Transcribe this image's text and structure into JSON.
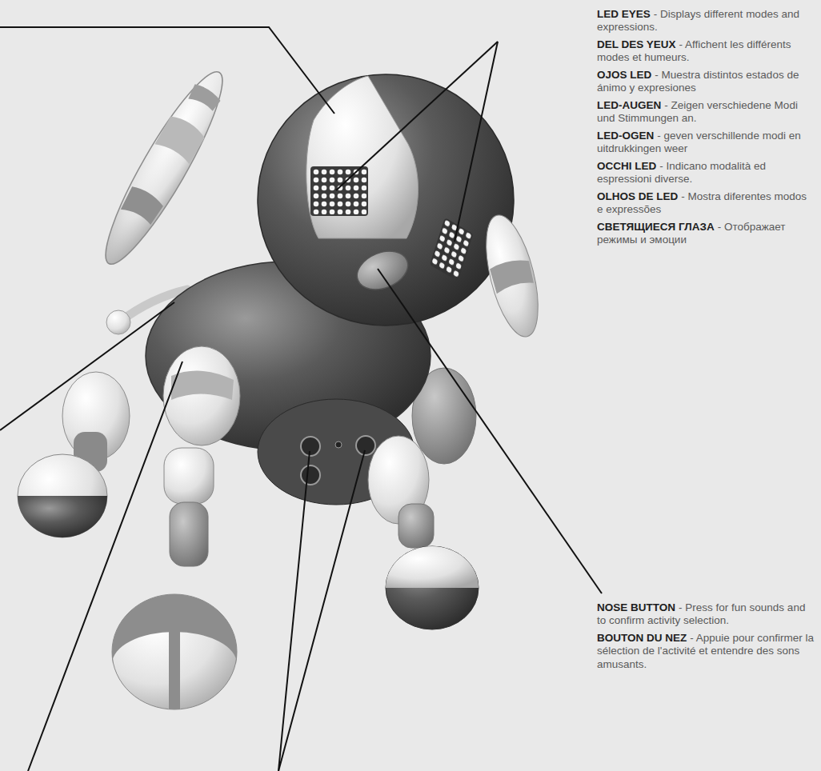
{
  "diagram": {
    "labels": [
      "LED EYES",
      "- Displays different modes and expressions.",
      "DEL DES YEUX",
      "- Affichent les différents modes et humeurs.",
      "OJOS LED",
      "- Muestra distintos estados de ánimo y expresiones",
      "LED-AUGEN",
      "- Zeigen verschiedene Modi und Stimmungen an.",
      "LED-OGEN",
      "- geven verschillende modi en uitdrukkingen weer",
      "OCCHI LED",
      "- Indicano modalità ed espressioni diverse.",
      "OLHOS DE LED",
      "- Mostra diferentes modos e expressões",
      "СВЕТЯЩИЕСЯ ГЛАЗА",
      "- Отображает режимы и эмоции",
      "NOSE BUTTON",
      "- Press for fun sounds and to confirm activity selection.",
      "BOUTON DU NEZ",
      "- Appuie pour confirmer la sélection de l'activité et entendre des sons amusants."
    ]
  }
}
